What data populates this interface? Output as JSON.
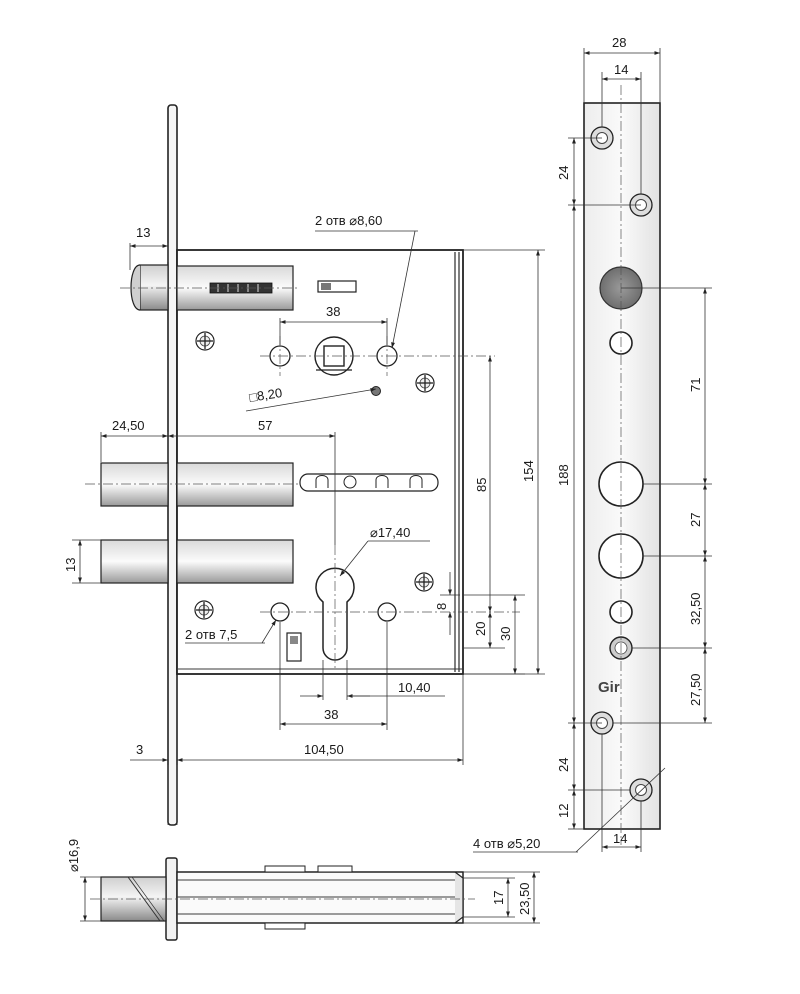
{
  "labels": {
    "d13_top": "13",
    "holes_860": "2 отв ⌀8,60",
    "d38_top": "38",
    "sq820": "□8,20",
    "d2450": "24,50",
    "d57": "57",
    "d85": "85",
    "d154": "154",
    "d1740": "⌀17,40",
    "d13_left": "13",
    "d8": "8",
    "d20": "20",
    "d30": "30",
    "holes75": "2 отв 7,5",
    "d1040": "10,40",
    "d38_bot": "38",
    "d3": "3",
    "d10450": "104,50",
    "d169": "⌀16,9",
    "d17": "17",
    "d2350": "23,50",
    "d28": "28",
    "d14_top": "14",
    "d24_top": "24",
    "d188": "188",
    "d71": "71",
    "d27": "27",
    "d3250": "32,50",
    "d2750": "27,50",
    "d24_bot": "24",
    "d12": "12",
    "d14_bot": "14",
    "holes520": "4 отв ⌀5,20"
  },
  "logo_text": "Gir"
}
